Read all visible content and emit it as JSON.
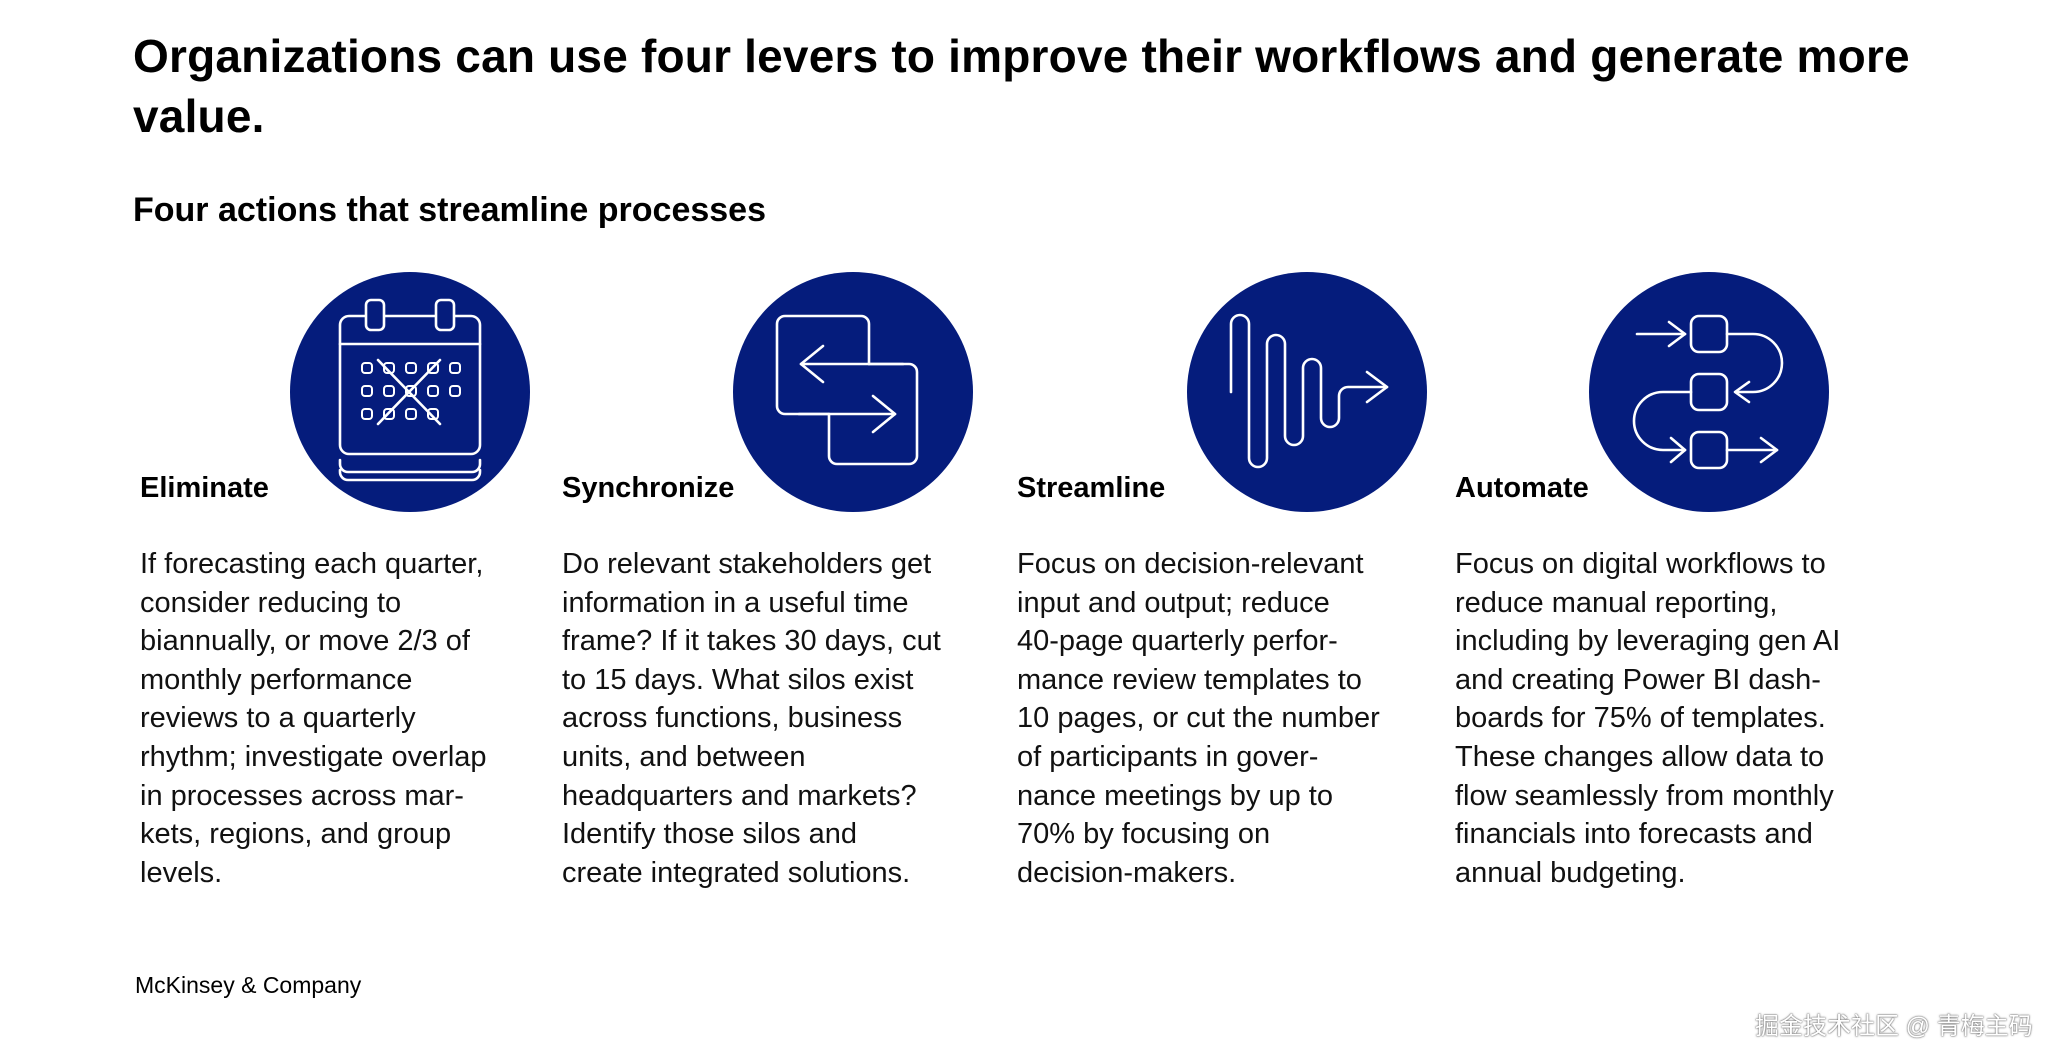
{
  "header": {
    "title": "Organizations can use four levers to improve their workflows and generate more value.",
    "subtitle": "Four actions that streamline processes"
  },
  "levers": [
    {
      "name": "Eliminate",
      "icon": "calendar-x-icon",
      "text": "If forecasting each quarter,\nconsider reducing to\nbiannually, or move 2/3 of\nmonthly performance\nreviews to a quarterly\nrhythm; investigate overlap\nin processes across mar-\nkets, regions, and group\nlevels."
    },
    {
      "name": "Synchronize",
      "icon": "sync-arrows-icon",
      "text": "Do relevant stakeholders get\ninformation in a useful time\nframe? If it takes 30 days, cut\nto 15 days. What silos exist\nacross functions, business\nunits, and between\nheadquarters and markets?\nIdentify those silos and\ncreate integrated solutions."
    },
    {
      "name": "Streamline",
      "icon": "streamline-wave-icon",
      "text": "Focus on decision-relevant\ninput and output; reduce\n40-page quarterly perfor-\nmance review templates to\n10 pages, or cut the number\nof participants in gover-\nnance meetings by up to\n70% by focusing on\ndecision-makers."
    },
    {
      "name": "Automate",
      "icon": "automate-flow-icon",
      "text": "Focus on digital workflows to\nreduce manual reporting,\nincluding by leveraging gen AI\nand creating Power BI dash-\nboards for 75% of templates.\nThese changes allow data to\nflow seamlessly from monthly\nfinancials into forecasts and\nannual budgeting."
    }
  ],
  "footer": {
    "source": "McKinsey & Company"
  },
  "watermark": "掘金技术社区 @ 青梅主码",
  "colors": {
    "circle": "#051c7c",
    "icon_stroke": "#ffffff",
    "text": "#000000"
  }
}
